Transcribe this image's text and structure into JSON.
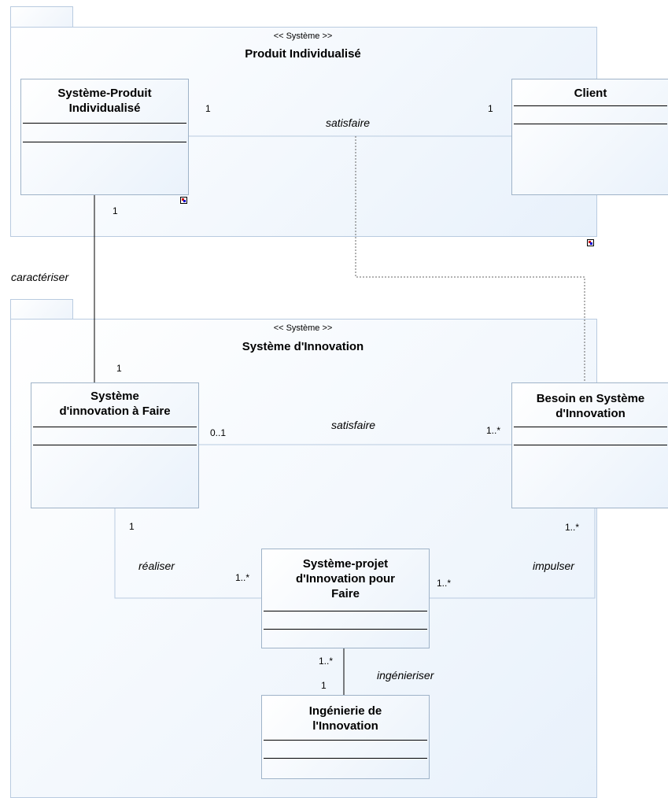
{
  "packages": [
    {
      "stereotype": "<< Système >>",
      "title": "Produit Individualisé"
    },
    {
      "stereotype": "<< Système >>",
      "title": "Système d'Innovation"
    }
  ],
  "classes": {
    "systeme_produit": "Système-Produit\nIndividualisé",
    "client": "Client",
    "systeme_innovation_faire": "Système\nd'innovation à Faire",
    "besoin": "Besoin en Système\nd'Innovation",
    "projet": "Système-projet\nd'Innovation pour\nFaire",
    "ingenierie": "Ingénierie de\nl'Innovation"
  },
  "associations": {
    "satisfaire_top": {
      "label": "satisfaire",
      "mult_left": "1",
      "mult_right": "1"
    },
    "caracteriser": {
      "label": "caractériser",
      "mult_top": "1",
      "mult_bottom": "1"
    },
    "satisfaire_mid": {
      "label": "satisfaire",
      "mult_left": "0..1",
      "mult_right": "1..*"
    },
    "realiser": {
      "label": "réaliser",
      "mult_top": "1",
      "mult_right": "1..*"
    },
    "impulser": {
      "label": "impulser",
      "mult_top": "1..*",
      "mult_left": "1..*"
    },
    "ingenieriser": {
      "label": "ingénieriser",
      "mult_top": "1..*",
      "mult_bottom": "1"
    }
  }
}
